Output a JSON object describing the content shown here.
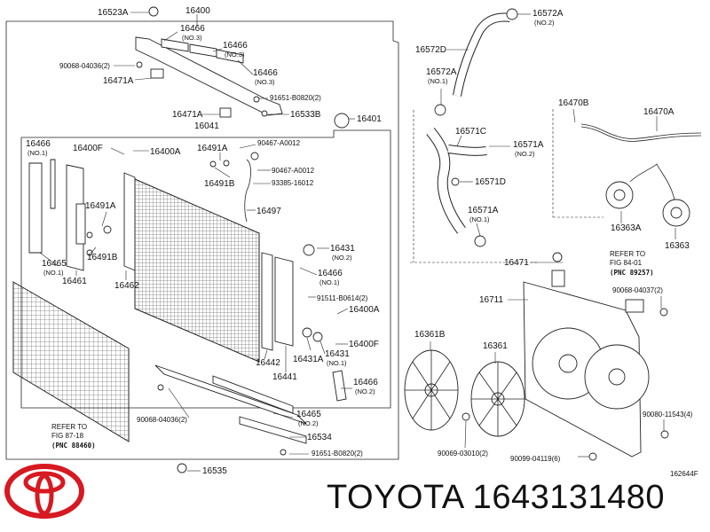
{
  "brand_text": "TOYOTA 1643131480",
  "figure_code": "162644F",
  "callouts": {
    "c16523A": "16523A",
    "c16400": "16400",
    "c16466_no3a": "16466",
    "no3a": "(NO.3)",
    "c16466_no3b": "16466",
    "no3b": "(NO.3)",
    "c16466_no3c": "16466",
    "no3c": "(NO.3)",
    "b90068_04036a": "90068-04036(2)",
    "c16471A_a": "16471A",
    "b91651_B0820a": "91651-B0820(2)",
    "c16471A_b": "16471A",
    "c16533B": "16533B",
    "c16041": "16041",
    "c16401": "16401",
    "c16466_no1a": "16466",
    "no1a": "(NO.1)",
    "c16400F_a": "16400F",
    "c16400A_a": "16400A",
    "c16491A_a": "16491A",
    "b90467_A0012a": "90467-A0012",
    "b90467_A0012b": "90467-A0012",
    "c16491B_a": "16491B",
    "b93385_16012": "93385-16012",
    "c16491A_b": "16491A",
    "c16497": "16497",
    "c16491B_b": "16491B",
    "c16465_no1": "16465",
    "no1b": "(NO.1)",
    "c16461": "16461",
    "c16462": "16462",
    "c16431_no2": "16431",
    "no2a": "(NO.2)",
    "c16466_no1b": "16466",
    "no1c": "(NO.1)",
    "b91511_B0614": "91511-B0614(2)",
    "c16400A_b": "16400A",
    "c16400F_b": "16400F",
    "c16431A": "16431A",
    "c16431_no1": "16431",
    "no1d": "(NO.1)",
    "c16442": "16442",
    "c16441": "16441",
    "c16466_no2": "16466",
    "no2b": "(NO.2)",
    "ref_87_1": "REFER TO",
    "ref_87_2": "FIG 87-18",
    "ref_87_3": "(PNC 88460)",
    "b90068_04036b": "90068-04036(2)",
    "c16465_no2": "16465",
    "no2c": "(NO.2)",
    "c16534": "16534",
    "b91651_B0820b": "91651-B0820(2)",
    "c16535": "16535",
    "c16572A_no2": "16572A",
    "no2d": "(NO.2)",
    "c16572D": "16572D",
    "c16572A_no1": "16572A",
    "no1e": "(NO.1)",
    "c16571C": "16571C",
    "c16571A_no2": "16571A",
    "no2e": "(NO.2)",
    "c16571D": "16571D",
    "c16571A_no1": "16571A",
    "no1f": "(NO.1)",
    "c16470B": "16470B",
    "c16470A": "16470A",
    "c16363A": "16363A",
    "c16363": "16363",
    "ref_84_1": "REFER TO",
    "ref_84_2": "FIG 84-01",
    "ref_84_3": "(PNC 89257)",
    "c16471": "16471",
    "c16711": "16711",
    "b90068_04037": "90068-04037(2)",
    "c16361B": "16361B",
    "c16361": "16361",
    "b90080_11543": "90080-11543(4)",
    "b90069_03010": "90069-03010(2)",
    "b90099_04119": "90099-04119(6)"
  }
}
